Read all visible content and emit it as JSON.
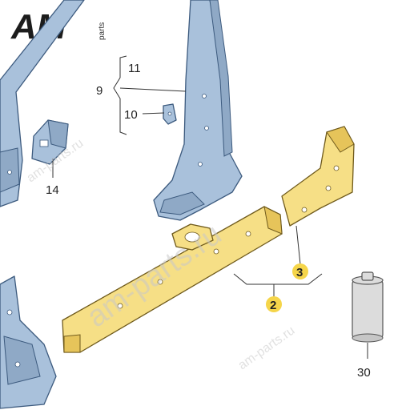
{
  "logo": {
    "mark": "AM",
    "suffix": "parts",
    "colors": {
      "mark": "#1c1c1c",
      "suffix": "#333333"
    }
  },
  "watermark": {
    "text": "am-parts.ru",
    "color": "#c9c9c9"
  },
  "callouts": [
    {
      "id": "11",
      "label": "11",
      "highlighted": false
    },
    {
      "id": "9",
      "label": "9",
      "highlighted": false
    },
    {
      "id": "10",
      "label": "10",
      "highlighted": false
    },
    {
      "id": "14",
      "label": "14",
      "highlighted": false
    },
    {
      "id": "3",
      "label": "3",
      "highlighted": true
    },
    {
      "id": "2",
      "label": "2",
      "highlighted": true
    },
    {
      "id": "30",
      "label": "30",
      "highlighted": false
    }
  ],
  "colors": {
    "highlight": "#f5d54a",
    "body_panel": "#a9c1db",
    "new_part": "#f6df86",
    "outline": "#3c5a7e"
  }
}
